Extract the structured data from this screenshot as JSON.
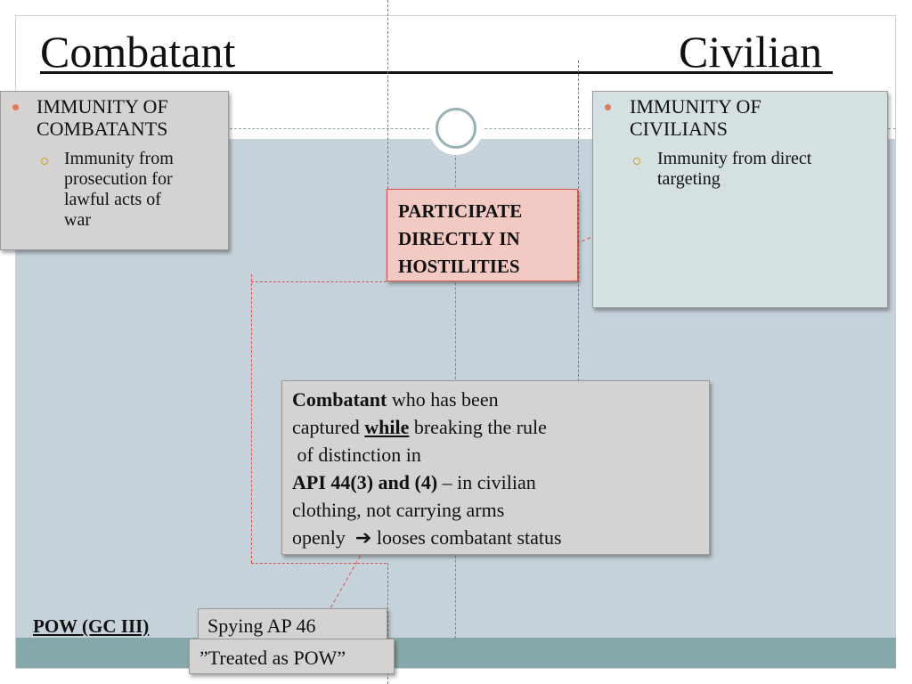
{
  "slide": {
    "title_left": "Combatant",
    "title_right": "Civilian"
  },
  "left_box": {
    "heading_line1": "IMMUNITY OF",
    "heading_line2": "COMBATANTS",
    "sub_line1": "Immunity from",
    "sub_line2": "prosecution for",
    "sub_line3": "lawful acts of",
    "sub_line4": "war"
  },
  "right_box": {
    "heading_line1": "IMMUNITY OF",
    "heading_line2": "CIVILIANS",
    "sub_line1": "Immunity from direct",
    "sub_line2": "targeting"
  },
  "center_box": {
    "line1": "PARTICIPATE",
    "line2": "DIRECTLY IN",
    "line3": "HOSTILITIES"
  },
  "middle_box": {
    "l1_bold": "Combatant",
    "l1_rest": " who has been",
    "l2_pre": "captured ",
    "l2_bold_underline": "while",
    "l2_rest": " breaking the rule",
    "l3": " of distinction in",
    "l4_bold": "API 44(3) and (4)",
    "l4_rest": " – in civilian",
    "l5": "clothing, not carrying arms",
    "l6_pre": "openly  ",
    "l6_arrow": "➔",
    "l6_rest": " looses combatant status"
  },
  "bottom": {
    "pow_label": "POW (GC III)",
    "spying": "Spying AP 46",
    "treated": "”Treated as POW”"
  },
  "colors": {
    "accent_red": "#d9534f",
    "bullet": "#e07a5f",
    "band": "#86a8aa"
  }
}
